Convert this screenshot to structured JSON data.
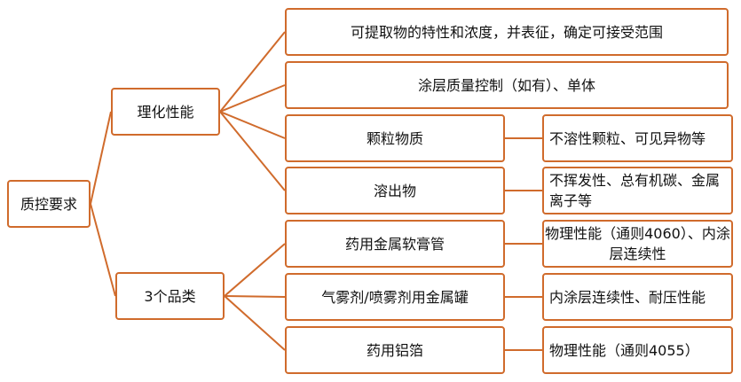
{
  "root": "质控要求",
  "branches": [
    {
      "label": "理化性能",
      "items": [
        {
          "label": "可提取物的特性和浓度，并表征，确定可接受范围"
        },
        {
          "label": "涂层质量控制（如有）、单体"
        },
        {
          "label": "颗粒物质",
          "detail": "不溶性颗粒、可见异物等"
        },
        {
          "label": "溶出物",
          "detail": "不挥发性、总有机碳、金属离子等"
        }
      ]
    },
    {
      "label": "3个品类",
      "items": [
        {
          "label": "药用金属软膏管",
          "detail": "物理性能（通则4060）、内涂层连续性"
        },
        {
          "label": "气雾剂/喷雾剂用金属罐",
          "detail": "内涂层连续性、耐压性能"
        },
        {
          "label": "药用铝箔",
          "detail": "物理性能（通则4055）"
        }
      ]
    }
  ],
  "colors": {
    "border": "#d06b2c",
    "line": "#d06b2c",
    "text": "#111111",
    "background": "#ffffff"
  }
}
